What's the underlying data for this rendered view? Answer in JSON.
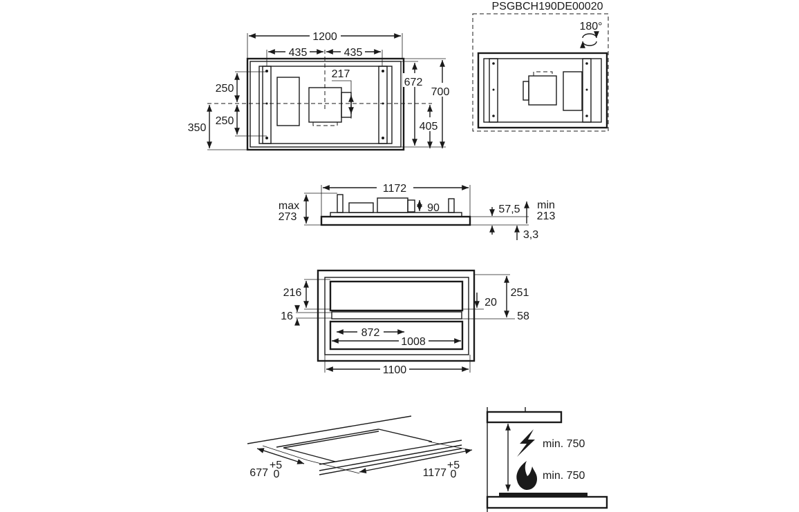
{
  "code": "PSGBCH190DE00020",
  "top_view": {
    "width": "1200",
    "half_left": "435",
    "half_right": "435",
    "duct": "217",
    "upper": "250",
    "lower": "250",
    "left_height": "350",
    "inner_height": "672",
    "outer_height": "700",
    "right_lower": "405"
  },
  "rotation": {
    "label": "180°",
    "icon": "rotate-icon"
  },
  "side_view": {
    "length": "1172",
    "duct_height": "90",
    "max_label": "max",
    "max_value": "273",
    "offset": "57,5",
    "min_label": "min",
    "min_value": "213",
    "thickness": "3,3"
  },
  "front_view": {
    "top": "216",
    "total": "251",
    "gap": "20",
    "small": "16",
    "side": "58",
    "inner": "872",
    "mid": "1008",
    "width": "1100"
  },
  "cutout": {
    "depth": "677",
    "depth_tol_upper": "+5",
    "depth_tol_lower": "0",
    "length": "1177",
    "length_tol_upper": "+5",
    "length_tol_lower": "0"
  },
  "clearance": {
    "electric": "min. 750",
    "gas": "min. 750",
    "electric_icon": "lightning-icon",
    "gas_icon": "flame-icon"
  }
}
